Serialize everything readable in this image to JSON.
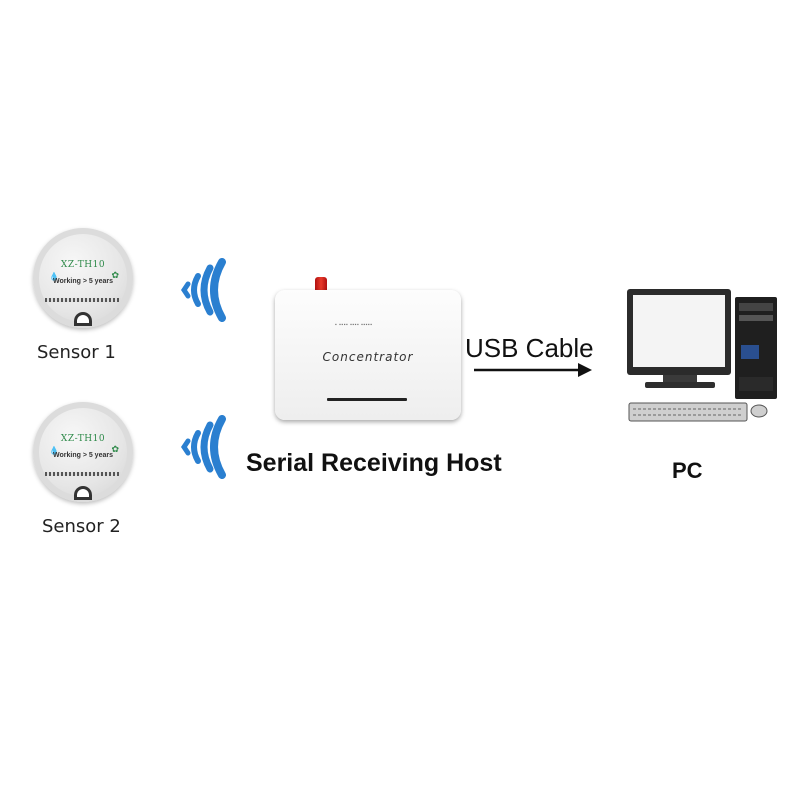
{
  "sensors": [
    {
      "label": "Sensor 1",
      "model": "XZ-TH10",
      "working": "Working > 5 years"
    },
    {
      "label": "Sensor 2",
      "model": "XZ-TH10",
      "working": "Working > 5 years"
    }
  ],
  "host": {
    "device_brand": "Concentrator",
    "label": "Serial Receiving Host"
  },
  "link": {
    "label": "USB Cable"
  },
  "pc": {
    "label": "PC"
  },
  "colors": {
    "wifi": "#2a7fd0",
    "antenna": "#d42a1e",
    "arrow": "#111111",
    "monitor_screen": "#1a1a1a"
  },
  "icons": [
    "wifi-signal-icon",
    "arrow-right-icon",
    "computer-icon"
  ]
}
